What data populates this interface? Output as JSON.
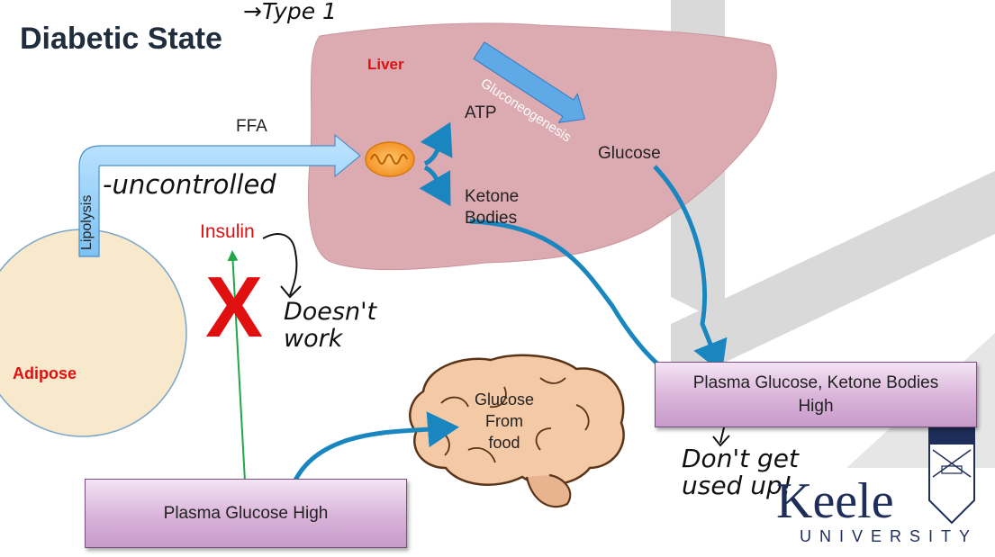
{
  "title": "Diabetic State",
  "annotations": {
    "type1": "→Type 1",
    "uncontrolled": "-uncontrolled",
    "doesnt_work": "Doesn't work",
    "dont_get_used_up": "Don't get used up!"
  },
  "labels": {
    "liver": "Liver",
    "gluconeogenesis": "Gluconeogenesis",
    "atp": "ATP",
    "glucose": "Glucose",
    "ketone_bodies": "Ketone Bodies",
    "ffa": "FFA",
    "lipolysis": "Lipolysis",
    "insulin": "Insulin",
    "adipose": "Adipose",
    "glucose_from_food": "Glucose From food",
    "x_mark": "X"
  },
  "boxes": {
    "plasma_glucose_high": "Plasma Glucose High",
    "plasma_glucose_ketone_high": "Plasma Glucose, Ketone Bodies High"
  },
  "logo": {
    "name": "Keele",
    "subtitle": "UNIVERSITY"
  },
  "colors": {
    "title": "#1f2d3d",
    "arrow_blue": "#1a86c0",
    "liver_fill": "#dcaab1",
    "adipose_fill": "#f8e8cc",
    "insulin_line": "#22a64a",
    "red": "#e01010",
    "box_purple": "#d9b3d9"
  }
}
